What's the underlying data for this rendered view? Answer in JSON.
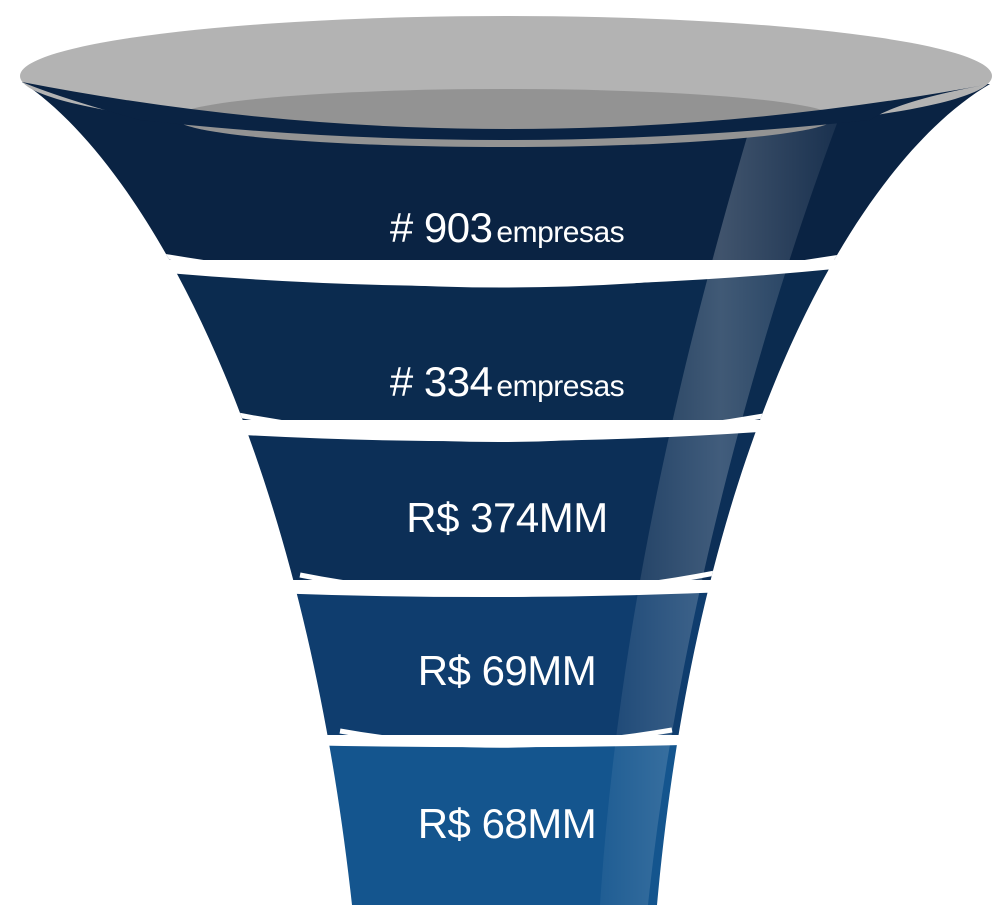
{
  "funnel": {
    "stages": [
      {
        "number": "# 903",
        "unit": "empresas",
        "color": "#0a2343"
      },
      {
        "number": "# 334",
        "unit": "empresas",
        "color": "#0b2b4f"
      },
      {
        "text": "R$ 374MM",
        "color": "#0c2f57"
      },
      {
        "text": "R$ 69MM",
        "color": "#0f3d6e"
      },
      {
        "text": "R$ 68MM",
        "color": "#14558e"
      }
    ],
    "rim_color": "#b3b3b3",
    "rim_inner_color": "#939393",
    "separator_color": "#ffffff"
  }
}
